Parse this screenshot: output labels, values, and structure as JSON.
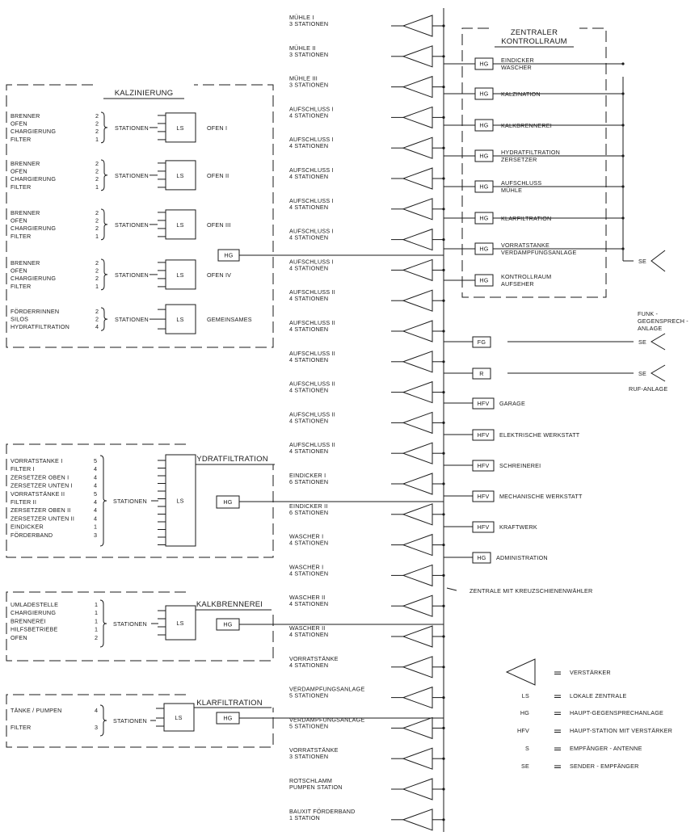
{
  "legend": [
    {
      "sym": "",
      "desc": "VERSTÄRKER"
    },
    {
      "sym": "LS",
      "desc": "LOKALE ZENTRALE"
    },
    {
      "sym": "HG",
      "desc": "HAUPT-GEGENSPRECHANLAGE"
    },
    {
      "sym": "HFV",
      "desc": "HAUPT-STATION MIT VERSTÄRKER"
    },
    {
      "sym": "S",
      "desc": "EMPFÄNGER - ANTENNE"
    },
    {
      "sym": "SE",
      "desc": "SENDER - EMPFÄNGER"
    }
  ],
  "amplifier_stations": [
    {
      "name": "MÜHLE I",
      "count": "3 STATIONEN"
    },
    {
      "name": "MÜHLE II",
      "count": "3 STATIONEN"
    },
    {
      "name": "MÜHLE III",
      "count": "3 STATIONEN"
    },
    {
      "name": "AUFSCHLUSS I",
      "count": "4 STATIONEN"
    },
    {
      "name": "AUFSCHLUSS I",
      "count": "4 STATIONEN"
    },
    {
      "name": "AUFSCHLUSS I",
      "count": "4 STATIONEN"
    },
    {
      "name": "AUFSCHLUSS I",
      "count": "4 STATIONEN"
    },
    {
      "name": "AUFSCHLUSS I",
      "count": "4 STATIONEN"
    },
    {
      "name": "AUFSCHLUSS I",
      "count": "4 STATIONEN"
    },
    {
      "name": "AUFSCHLUSS II",
      "count": "4 STATIONEN"
    },
    {
      "name": "AUFSCHLUSS II",
      "count": "4 STATIONEN"
    },
    {
      "name": "AUFSCHLUSS II",
      "count": "4 STATIONEN"
    },
    {
      "name": "AUFSCHLUSS II",
      "count": "4 STATIONEN"
    },
    {
      "name": "AUFSCHLUSS II",
      "count": "4 STATIONEN"
    },
    {
      "name": "AUFSCHLUSS II",
      "count": "4 STATIONEN"
    },
    {
      "name": "EINDICKER I",
      "count": "6 STATIONEN"
    },
    {
      "name": "EINDICKER II",
      "count": "6 STATIONEN"
    },
    {
      "name": "WASCHER I",
      "count": "4 STATIONEN"
    },
    {
      "name": "WASCHER I",
      "count": "4 STATIONEN"
    },
    {
      "name": "WASCHER II",
      "count": "4 STATIONEN"
    },
    {
      "name": "WASCHER II",
      "count": "4 STATIONEN"
    },
    {
      "name": "VORRATSTÄNKE",
      "count": "4 STATIONEN"
    },
    {
      "name": "VERDAMPFUNGSANLAGE",
      "count": "5 STATIONEN"
    },
    {
      "name": "VERDAMPFUNGSANLAGE",
      "count": "5 STATIONEN"
    },
    {
      "name": "VORRATSTÄNKE",
      "count": "3 STATIONEN"
    },
    {
      "name": "ROTSCHLAMM",
      "count": "PUMPEN STATION"
    },
    {
      "name": "BAUXIT FÖRDERBAND",
      "count": "1 STATION"
    }
  ],
  "kontrollraum": {
    "title_line1": "ZENTRALER",
    "title_line2": "KONTROLLRAUM",
    "items": [
      {
        "sym": "HG",
        "line1": "EINDICKER",
        "line2": "WASCHER"
      },
      {
        "sym": "HG",
        "line1": "KALZINATION",
        "line2": ""
      },
      {
        "sym": "HG",
        "line1": "KALKBRENNEREI",
        "line2": ""
      },
      {
        "sym": "HG",
        "line1": "HYDRATFILTRATION",
        "line2": "ZERSETZER"
      },
      {
        "sym": "HG",
        "line1": "AUFSCHLUSS",
        "line2": "MÜHLE"
      },
      {
        "sym": "HG",
        "line1": "KLARFILTRATION",
        "line2": ""
      },
      {
        "sym": "HG",
        "line1": "VORRATSTANKE",
        "line2": "VERDAMPFUNGSANLAGE"
      },
      {
        "sym": "HG",
        "line1": "KONTROLLRAUM",
        "line2": "AUFSEHER"
      }
    ]
  },
  "right_stations": [
    {
      "sym": "FG",
      "label": ""
    },
    {
      "sym": "R",
      "label": ""
    },
    {
      "sym": "HFV",
      "label": "GARAGE"
    },
    {
      "sym": "HFV",
      "label": "ELEKTRISCHE WERKSTATT"
    },
    {
      "sym": "HFV",
      "label": "SCHREINEREI"
    },
    {
      "sym": "HFV",
      "label": "MECHANISCHE WERKSTATT"
    },
    {
      "sym": "HFV",
      "label": "KRAFTWERK"
    },
    {
      "sym": "HG",
      "label": "ADMINISTRATION"
    }
  ],
  "se_labels": {
    "se": "SE",
    "funk_line1": "FUNK -",
    "funk_line2": "GEGENSPRECH -",
    "funk_line3": "ANLAGE",
    "ruf": "RUF-ANLAGE"
  },
  "zentrale_label": "ZENTRALE MIT KREUZSCHIENENWÄHLER",
  "groups": {
    "kalzinierung": {
      "title": "KALZINIERUNG",
      "stationen": "STATIONEN",
      "hg": "HG",
      "sub": [
        {
          "rows": [
            [
              "BRENNER",
              "2"
            ],
            [
              "OFEN",
              "2"
            ],
            [
              "CHARGIERUNG",
              "2"
            ],
            [
              "FILTER",
              "1"
            ]
          ],
          "ls": "LS",
          "name": "OFEN I"
        },
        {
          "rows": [
            [
              "BRENNER",
              "2"
            ],
            [
              "OFEN",
              "2"
            ],
            [
              "CHARGIERUNG",
              "2"
            ],
            [
              "FILTER",
              "1"
            ]
          ],
          "ls": "LS",
          "name": "OFEN II"
        },
        {
          "rows": [
            [
              "BRENNER",
              "2"
            ],
            [
              "OFEN",
              "2"
            ],
            [
              "CHARGIERUNG",
              "2"
            ],
            [
              "FILTER",
              "1"
            ]
          ],
          "ls": "LS",
          "name": "OFEN III"
        },
        {
          "rows": [
            [
              "BRENNER",
              "2"
            ],
            [
              "OFEN",
              "2"
            ],
            [
              "CHARGIERUNG",
              "2"
            ],
            [
              "FILTER",
              "1"
            ]
          ],
          "ls": "LS",
          "name": "OFEN IV"
        },
        {
          "rows": [
            [
              "FÖRDERRINNEN",
              "2"
            ],
            [
              "SILOS",
              "2"
            ],
            [
              "HYDRATFILTRATION",
              "4"
            ]
          ],
          "ls": "LS",
          "name": "GEMEINSAMES"
        }
      ]
    },
    "hydrat": {
      "title": "HYDRATFILTRATION",
      "stationen": "STATIONEN",
      "ls": "LS",
      "hg": "HG",
      "rows": [
        [
          "VORRATSTANKE I",
          "5"
        ],
        [
          "FILTER I",
          "4"
        ],
        [
          "ZERSETZER OBEN I",
          "4"
        ],
        [
          "ZERSETZER UNTEN I",
          "4"
        ],
        [
          "VORRATSTÄNKE II",
          "5"
        ],
        [
          "FILTER II",
          "4"
        ],
        [
          "ZERSETZER OBEN II",
          "4"
        ],
        [
          "ZERSETZER UNTEN II",
          "4"
        ],
        [
          "EINDICKER",
          "1"
        ],
        [
          "FÖRDERBAND",
          "3"
        ]
      ]
    },
    "kalk": {
      "title": "KALKBRENNEREI",
      "stationen": "STATIONEN",
      "ls": "LS",
      "hg": "HG",
      "rows": [
        [
          "UMLADESTELLE",
          "1"
        ],
        [
          "CHARGIERUNG",
          "1"
        ],
        [
          "BRENNEREI",
          "1"
        ],
        [
          "HILFSBETRIEBE",
          "1"
        ],
        [
          "OFEN",
          "2"
        ]
      ]
    },
    "klar": {
      "title": "KLARFILTRATION",
      "stationen": "STATIONEN",
      "ls": "LS",
      "hg": "HG",
      "rows": [
        [
          "TÄNKE / PUMPEN",
          "4"
        ],
        [
          "FILTER",
          "3"
        ]
      ]
    }
  }
}
